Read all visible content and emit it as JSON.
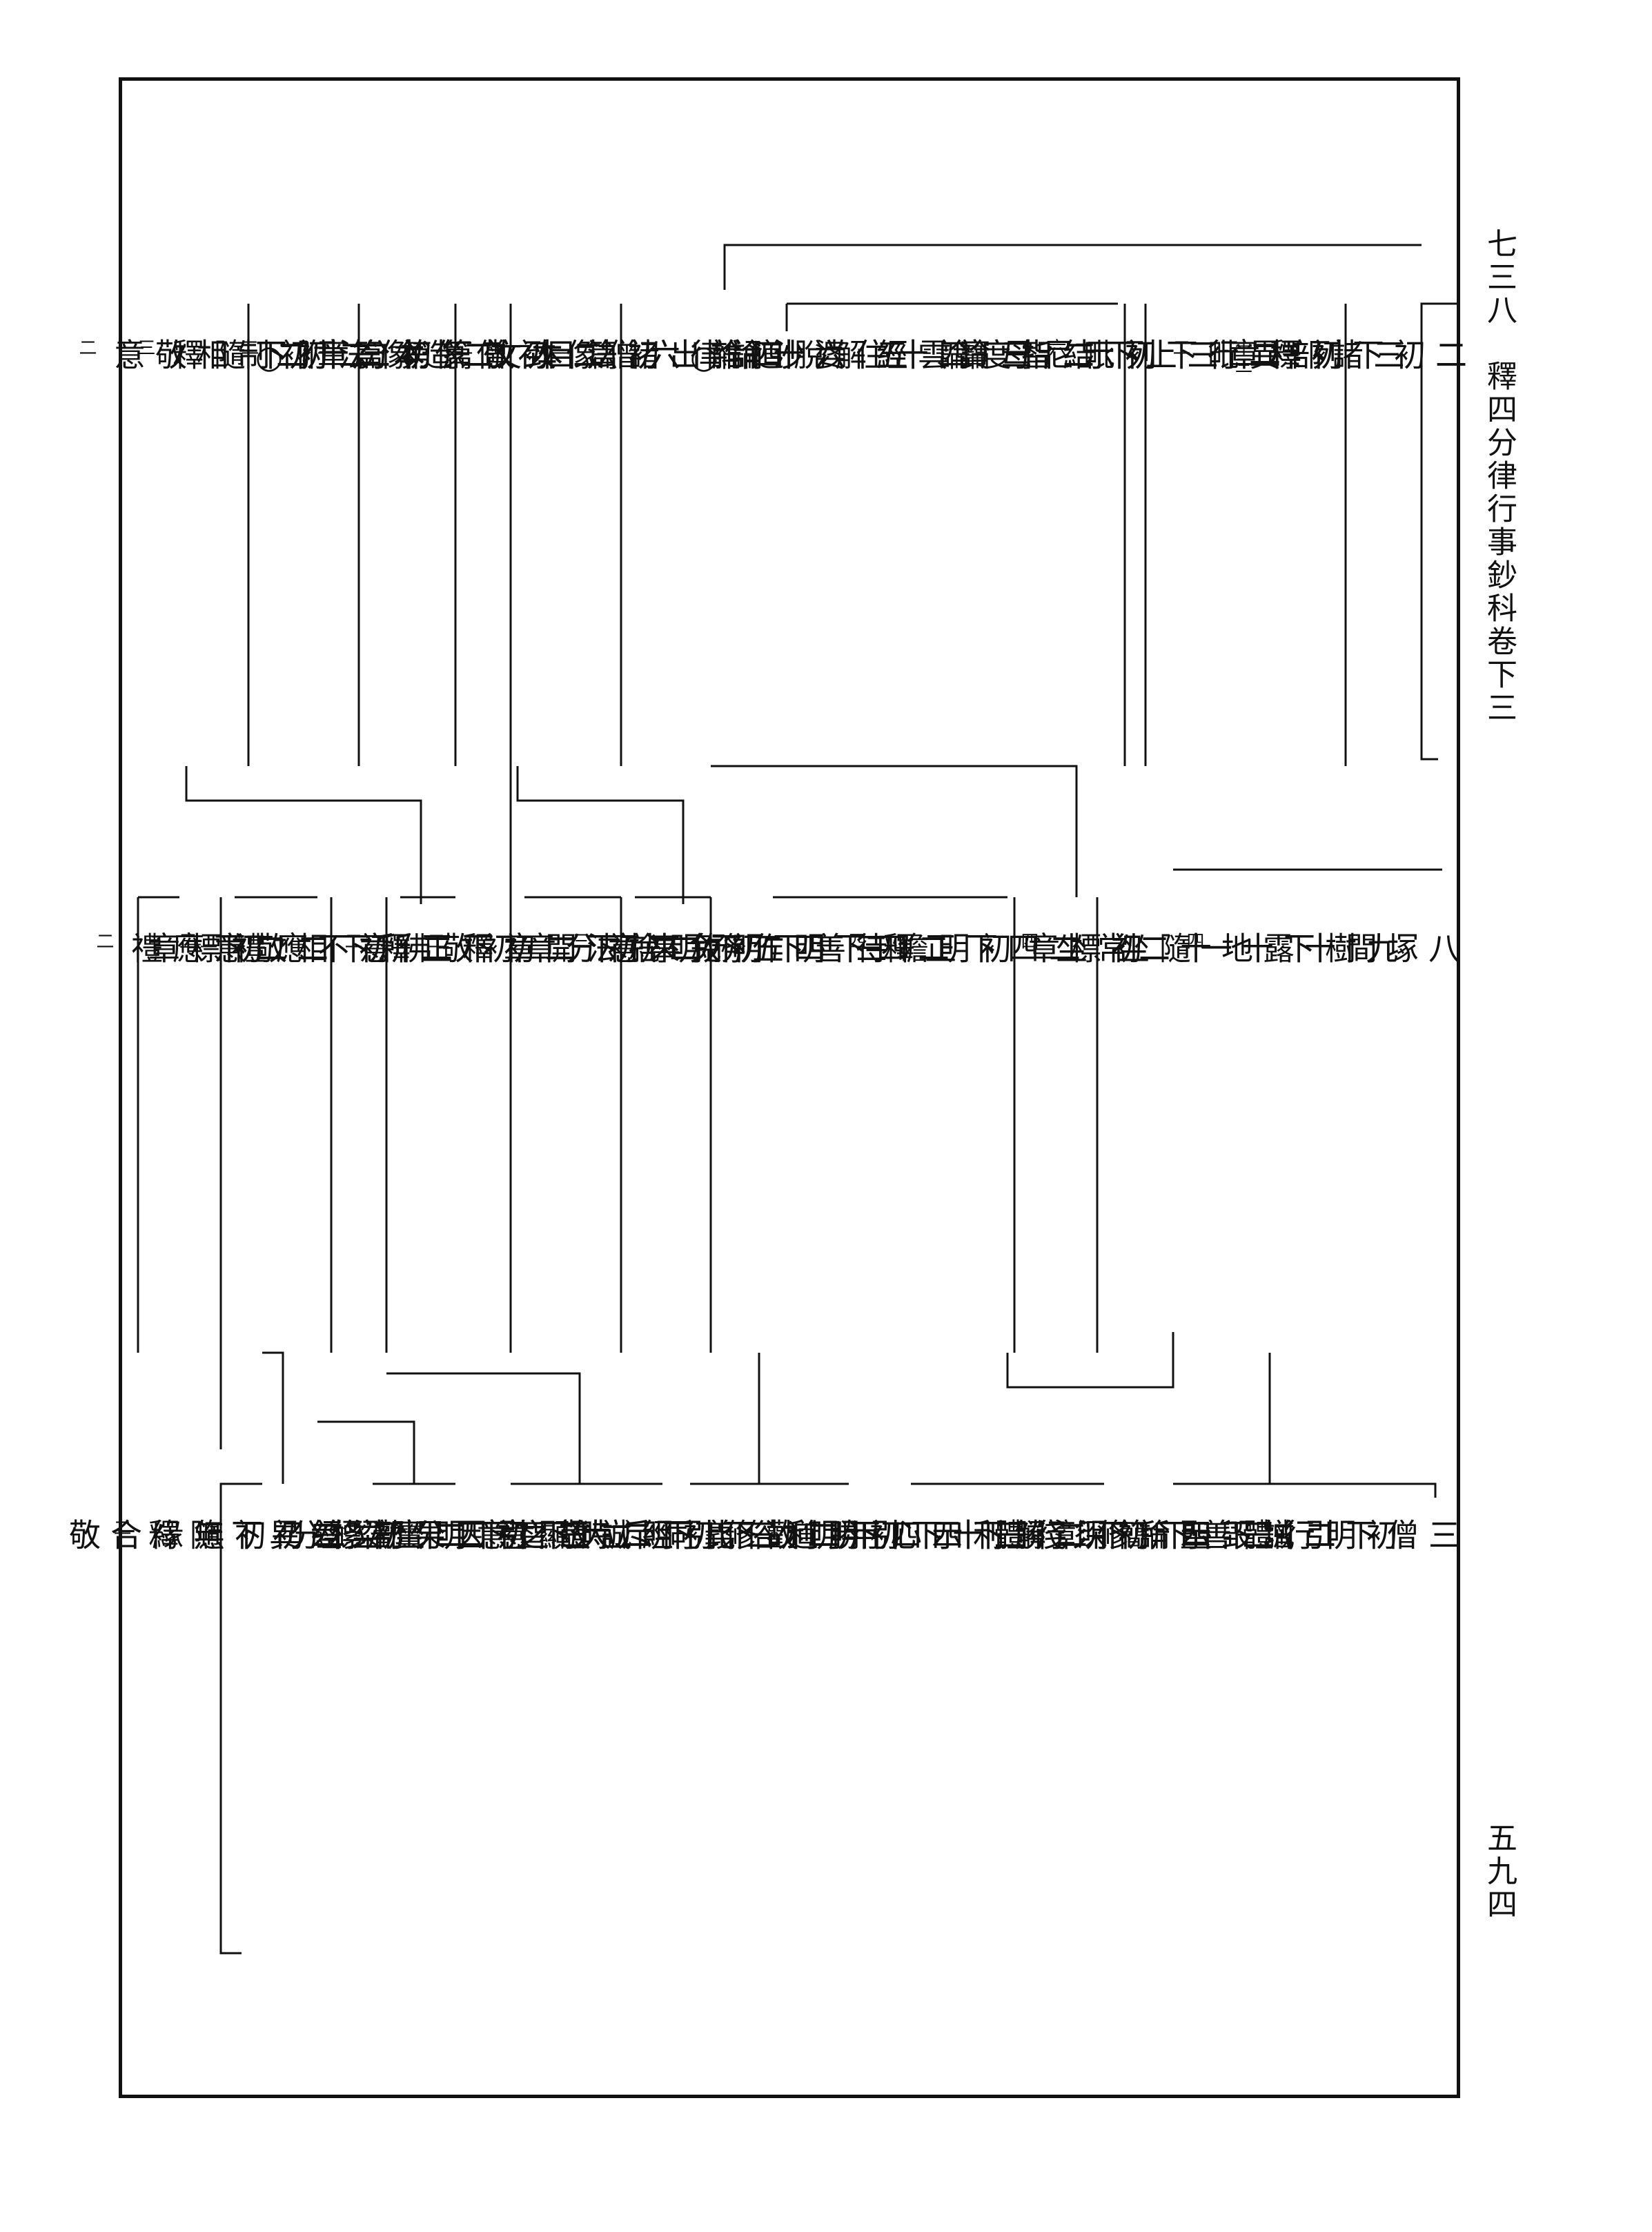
{
  "header": {
    "volume_title": "七三八　釋四分律行事鈔科卷下三",
    "page_number": "五九四"
  },
  "rows": [
    {
      "columns": [
        {
          "text": "二初下列釋",
          "num": "十三"
        },
        {
          "text": "三諸部異行",
          "num": "二"
        },
        {
          "text": "初標章",
          "num": ""
        },
        {
          "text": "二毗下列示",
          "num": "六"
        },
        {
          "text": "三上下結指",
          "num": ""
        },
        {
          "text": "初毗尼母論",
          "num": ""
        },
        {
          "text": "二智度論",
          "num": ""
        },
        {
          "text": "三寶雲經",
          "num": ""
        },
        {
          "text": "四十住婆沙論",
          "num": ""
        },
        {
          "text": "五解脫道論",
          "num": ""
        },
        {
          "text": "六十誦律",
          "num": ""
        },
        {
          "text": "四雜出諸法",
          "num": "二"
        },
        {
          "text": "○六僧像致敬篇第二十二",
          "num": "二"
        },
        {
          "text": "初篇目",
          "num": ""
        },
        {
          "text": "二本文",
          "num": "二"
        },
        {
          "text": "初僧像本篇",
          "num": "二"
        },
        {
          "text": "二造像法附○",
          "num": ""
        },
        {
          "text": "初分章",
          "num": ""
        },
        {
          "text": "二初下隨釋",
          "num": "三"
        },
        {
          "text": "初制相敬意",
          "num": "二"
        }
      ]
    },
    {
      "columns": [
        {
          "text": "八塚間",
          "num": ""
        },
        {
          "text": "九樹下",
          "num": ""
        },
        {
          "text": "十露地",
          "num": "四"
        },
        {
          "text": "十一隨坐",
          "num": ""
        },
        {
          "text": "十二常坐",
          "num": "四"
        },
        {
          "text": "初標章",
          "num": ""
        },
        {
          "text": "二四下正釋",
          "num": "四"
        },
        {
          "text": "初明瞻待",
          "num": ""
        },
        {
          "text": "二四下明作務",
          "num": ""
        },
        {
          "text": "三善下明免事",
          "num": ""
        },
        {
          "text": "四五下明捨法",
          "num": ""
        },
        {
          "text": "初敘來意",
          "num": "三"
        },
        {
          "text": "二就下開章釋",
          "num": "二"
        },
        {
          "text": "初分章",
          "num": ""
        },
        {
          "text": "二初下正釋",
          "num": "二"
        },
        {
          "text": "初敬佛意",
          "num": ""
        },
        {
          "text": "二所下相敬意",
          "num": "三"
        },
        {
          "text": "初不應禮",
          "num": "二"
        },
        {
          "text": "二二下應禮",
          "num": "二"
        },
        {
          "text": "初標章",
          "num": ""
        }
      ]
    },
    {
      "columns": [
        {
          "text": "三僧下引誡毀聖",
          "num": ""
        },
        {
          "text": "初明行體",
          "num": ""
        },
        {
          "text": "二增下示所修",
          "num": ""
        },
        {
          "text": "三善下簡深淺",
          "num": ""
        },
        {
          "text": "四論下彰勝利",
          "num": ""
        },
        {
          "text": "初明行體",
          "num": ""
        },
        {
          "text": "二解下示心用",
          "num": ""
        },
        {
          "text": "三十下引勝利",
          "num": ""
        },
        {
          "text": "四四下明勸修",
          "num": ""
        },
        {
          "text": "初明道俗義同",
          "num": ""
        },
        {
          "text": "二故下引經誠證",
          "num": ""
        },
        {
          "text": "三比下斥時顯意",
          "num": ""
        },
        {
          "text": "初明立敬之意",
          "num": ""
        },
        {
          "text": "二大下引因果勸修",
          "num": ""
        },
        {
          "text": "三智下明坐立差異",
          "num": ""
        },
        {
          "text": "初四分部",
          "num": ""
        },
        {
          "text": "二寶梁經",
          "num": ""
        },
        {
          "text": "初標分",
          "num": ""
        },
        {
          "text": "二初下隨釋",
          "num": "二"
        },
        {
          "text": "初無緣合敬",
          "num": ""
        }
      ]
    }
  ]
}
